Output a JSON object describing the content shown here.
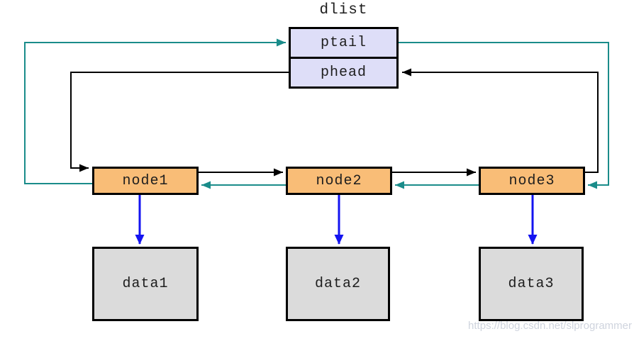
{
  "title": "dlist",
  "dlist": {
    "fields": [
      "ptail",
      "phead"
    ]
  },
  "nodes": [
    "node1",
    "node2",
    "node3"
  ],
  "data_items": [
    "data1",
    "data2",
    "data3"
  ],
  "edges": [
    {
      "from": "phead",
      "to": "node1",
      "type": "next"
    },
    {
      "from": "node1",
      "to": "node2",
      "type": "next"
    },
    {
      "from": "node2",
      "to": "node3",
      "type": "next"
    },
    {
      "from": "node3",
      "to": "phead",
      "type": "next"
    },
    {
      "from": "ptail",
      "to": "node3",
      "type": "prev"
    },
    {
      "from": "node3",
      "to": "node2",
      "type": "prev"
    },
    {
      "from": "node2",
      "to": "node1",
      "type": "prev"
    },
    {
      "from": "node1",
      "to": "ptail",
      "type": "prev"
    },
    {
      "from": "node1",
      "to": "data1",
      "type": "data"
    },
    {
      "from": "node2",
      "to": "data2",
      "type": "data"
    },
    {
      "from": "node3",
      "to": "data3",
      "type": "data"
    }
  ],
  "watermark": "https://blog.csdn.net/slprogrammer",
  "colors": {
    "node_fill": "#F9BD77",
    "dlist_fill": "#DEDEF8",
    "data_fill": "#DBDBDB",
    "border": "#000000",
    "next_arrow": "#000000",
    "prev_arrow": "#1A8C8A",
    "data_arrow": "#1414F0",
    "watermark": "#CFD4DE"
  }
}
